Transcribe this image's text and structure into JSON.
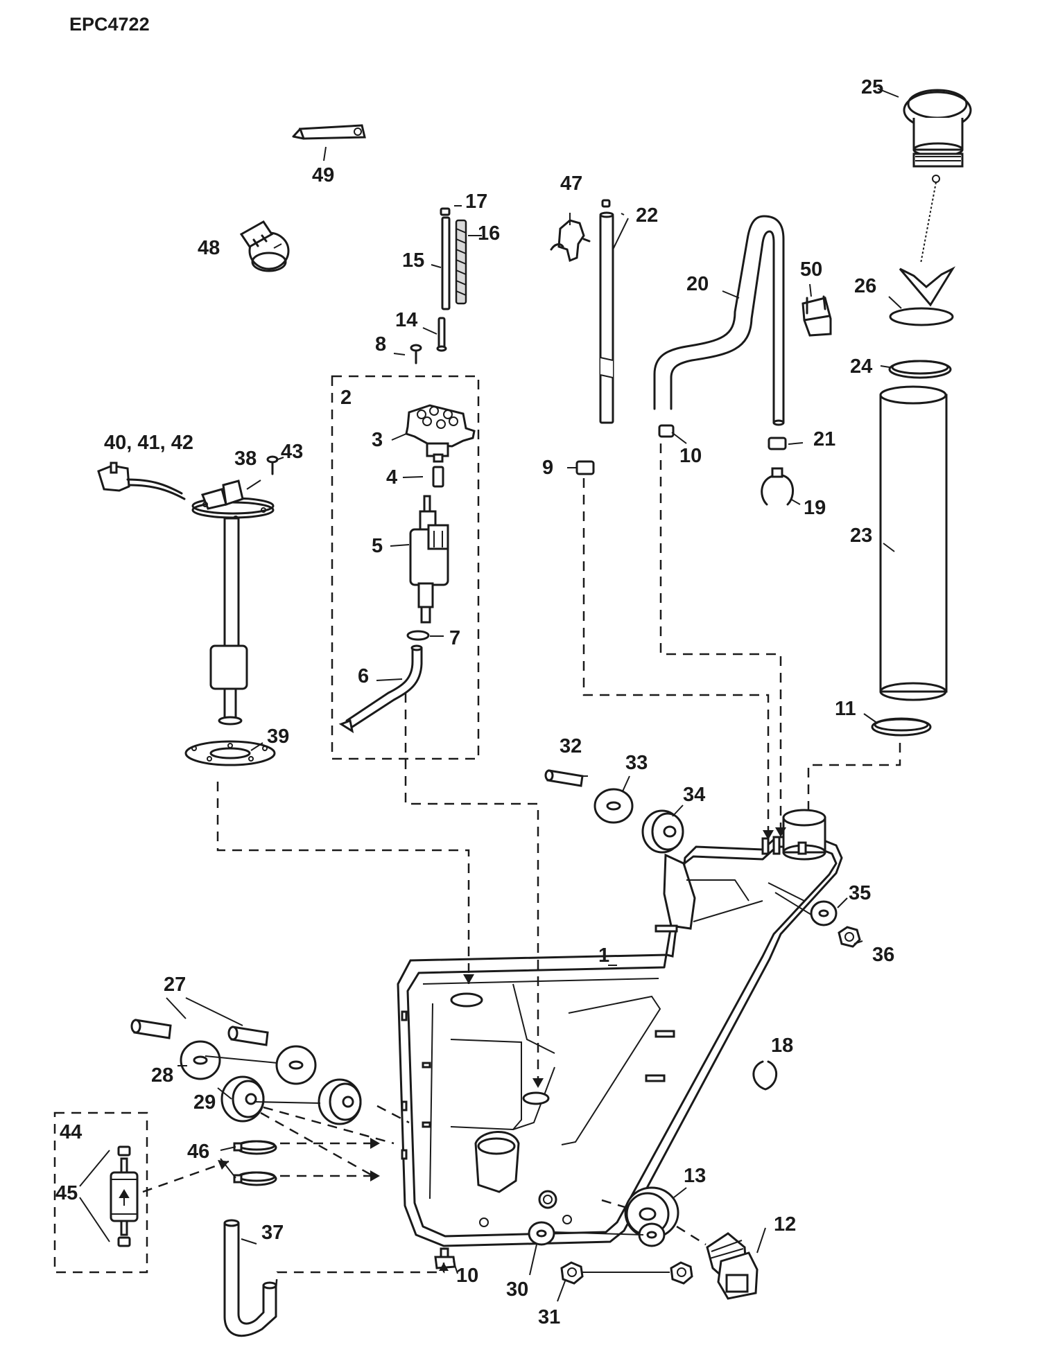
{
  "document_code": "EPC4722",
  "callouts": {
    "c1": "1",
    "c2": "2",
    "c3": "3",
    "c4": "4",
    "c5": "5",
    "c6": "6",
    "c7": "7",
    "c8": "8",
    "c9": "9",
    "c10a": "10",
    "c10b": "10",
    "c11": "11",
    "c12": "12",
    "c13": "13",
    "c14": "14",
    "c15": "15",
    "c16": "16",
    "c17": "17",
    "c18": "18",
    "c19": "19",
    "c20": "20",
    "c21": "21",
    "c22": "22",
    "c23": "23",
    "c24": "24",
    "c25": "25",
    "c26": "26",
    "c27": "27",
    "c28": "28",
    "c29": "29",
    "c30": "30",
    "c31": "31",
    "c32": "32",
    "c33": "33",
    "c34": "34",
    "c35": "35",
    "c36": "36",
    "c37": "37",
    "c38": "38",
    "c39": "39",
    "c40_42": "40, 41, 42",
    "c43": "43",
    "c44": "44",
    "c45": "45",
    "c46": "46",
    "c47": "47",
    "c48": "48",
    "c49": "49",
    "c50": "50"
  },
  "colors": {
    "line": "#1a1a1a",
    "background": "#ffffff",
    "shade": "#d9d9d9"
  }
}
